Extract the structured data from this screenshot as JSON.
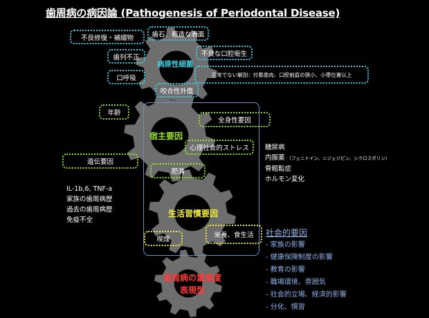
{
  "title": "歯周病の病因論 (Pathogenesis of Periodontal Disease)",
  "gears": {
    "pathogen": "病原性細菌",
    "host": "宿主要因",
    "lifestyle": "生活習慣要因",
    "severity_line1": "歯周病の重篤度",
    "severity_line2": "表現型"
  },
  "pathogen_factors": {
    "restoration": "不良修復・補綴物",
    "calculus": "歯石、粗造な表面",
    "malalignment": "歯列不正",
    "hygiene": "不良な口腔衛生",
    "mouth_breathing": "口呼吸",
    "anatomy": "正常でない解剖：付着歯肉、口腔前庭の狭小、小帯位置以上",
    "occlusal_trauma": "咬合性外傷"
  },
  "host_factors": {
    "age": "年齢",
    "systemic": "全身性要因",
    "stress": "心理社会的ストレス",
    "genetic": "遺伝要因",
    "obesity": "肥満"
  },
  "lifestyle_factors": {
    "smoking": "喫煙",
    "nutrition": "栄養、食生活"
  },
  "genetic_details": [
    "IL-1b,6, TNF-a",
    "家族の歯周病歴",
    "過去の歯周病歴",
    "免疫不全"
  ],
  "systemic_details": {
    "diabetes": "糖尿病",
    "medication": "内服薬",
    "medication_note": "（フェニトイン、ニジェジピン、シクロスポリン）",
    "osteoporosis": "骨粗鬆症",
    "hormone": "ホルモン変化"
  },
  "social": {
    "title": "社会的要因",
    "items": [
      "- 家族の影響",
      "- 健康保険制度の影響",
      "- 教育の影響",
      "- 職場環境、雰囲気",
      "- 社会的立場、経済的影響",
      "- 分化、慣習"
    ]
  },
  "colors": {
    "background": "#000000",
    "gear": "#6e6e6e",
    "pathogen": "#3fd0e6",
    "host": "#9be02a",
    "lifestyle": "#f2ec3a",
    "severity": "#ff3a3a",
    "social": "#8fb3e8"
  }
}
